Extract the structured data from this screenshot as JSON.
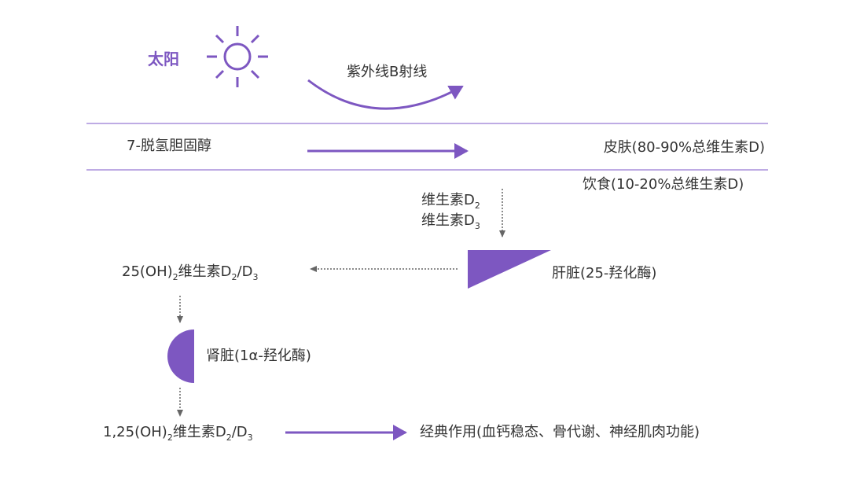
{
  "colors": {
    "accent": "#7d57c1",
    "divider": "#a98fdc",
    "dotted": "#666666",
    "text": "#333333"
  },
  "sun": {
    "label": "太阳",
    "icon": "sun-icon"
  },
  "uvb_label": "紫外线B射线",
  "precursor": "7-脱氢胆固醇",
  "skin": "皮肤(80-90%总维生素D)",
  "diet": "饮食(10-20%总维生素D)",
  "vitd2": {
    "main": "维生素D",
    "sub": "2"
  },
  "vitd3": {
    "main": "维生素D",
    "sub": "3"
  },
  "liver": "肝脏(25-羟化酶)",
  "calcidiol": {
    "a": "25(OH)",
    "sub1": "2",
    "b": "维生素D",
    "sub2": "2",
    "c": "/D",
    "sub3": "3"
  },
  "kidney": "肾脏(1α-羟化酶)",
  "calcitriol": {
    "a": "1,25(OH)",
    "sub1": "2",
    "b": "维生素D",
    "sub2": "2",
    "c": "/D",
    "sub3": "3"
  },
  "effects": "经典作用(血钙稳态、骨代谢、神经肌肉功能)"
}
